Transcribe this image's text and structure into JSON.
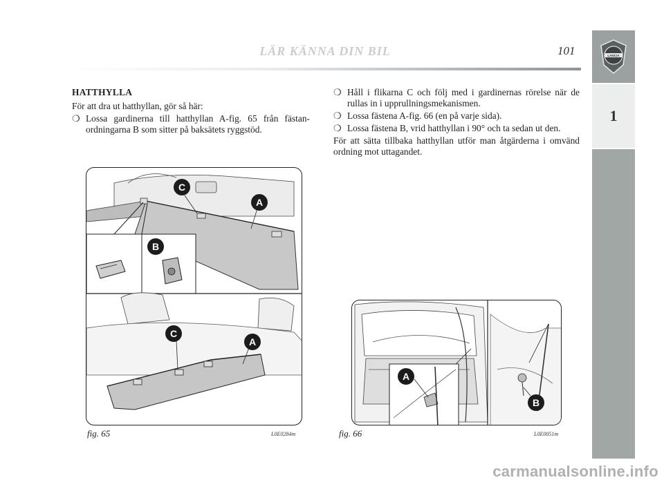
{
  "header": {
    "title": "LÄR KÄNNA DIN BIL",
    "page_number": "101"
  },
  "side_tab": {
    "chapter": "1",
    "logo_text": "LANCIA"
  },
  "left_column": {
    "heading": "HATTHYLLA",
    "intro": "För att dra ut hatthyllan, gör så här:",
    "bullets": [
      "Lossa gardinerna till hatthyllan A-fig. 65 från fästan-ordningarna B som sitter på baksätets ryggstöd."
    ]
  },
  "right_column": {
    "bullets": [
      "Håll i flikarna C och följ med i gardinernas rörelse när de rullas in i upprullningsmekanismen.",
      "Lossa fästena A-fig. 66 (en på varje sida).",
      "Lossa fästena B, vrid hatthyllan i 90° och ta sedan ut den."
    ],
    "outro": "För att sätta tillbaka hatthyllan utför man åtgärderna i omvänd ordning mot uttagandet."
  },
  "bullet_symbol": "❍",
  "figures": {
    "fig65": {
      "label": "fig. 65",
      "code": "L0E0284m",
      "callouts": [
        "C",
        "A",
        "B",
        "C",
        "A"
      ]
    },
    "fig66": {
      "label": "fig. 66",
      "code": "L0E0051m",
      "callouts": [
        "A",
        "B"
      ]
    }
  },
  "watermark": "carmanualsonline.info",
  "colors": {
    "side_tab": "#a0a7a5",
    "header_title": "#c9ccd0",
    "figure_fill": "#c8c8c8"
  }
}
